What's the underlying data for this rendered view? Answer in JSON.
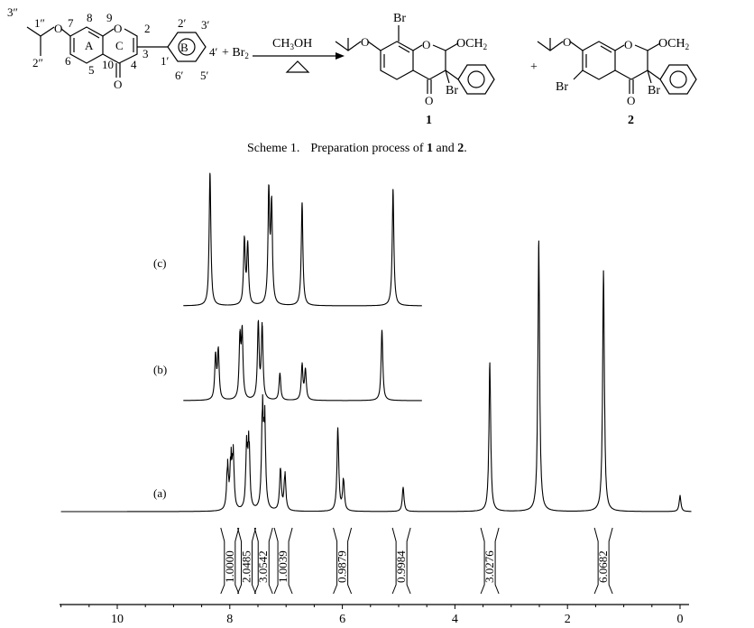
{
  "scheme": {
    "reactant_labels": {
      "p3": "3″",
      "p1": "1″",
      "p2": "2″",
      "n7": "7",
      "n8": "8",
      "n9": "9",
      "n2": "2",
      "n3": "3",
      "n4": "4",
      "n5": "5",
      "n6": "6",
      "n10": "10",
      "ringA": "A",
      "ringC": "C",
      "ringB": "B",
      "n1p": "1′",
      "n2p": "2′",
      "n3p": "3′",
      "n4p": "4′",
      "n5p": "5′",
      "n6p": "6′",
      "oxo_o": "O",
      "ring_o": "O",
      "ether_o": "O"
    },
    "reagent_plus": "+ Br",
    "reagent_sub": "2",
    "arrow_top": "CH",
    "arrow_top_sub": "3",
    "arrow_top_rest": "OH",
    "product1": {
      "br_top": "Br",
      "br_mid": "Br",
      "och": "OCH",
      "och_sub": "2",
      "ring_o": "O",
      "oxo_o": "O",
      "ether_o": "O",
      "number": "1"
    },
    "plus": "+",
    "product2": {
      "br_left": "Br",
      "br_mid": "Br",
      "och": "OCH",
      "och_sub": "2",
      "ring_o": "O",
      "oxo_o": "O",
      "ether_o": "O",
      "number": "2"
    },
    "caption_prefix": "Scheme 1.",
    "caption_text_a": "Preparation process of ",
    "caption_bold_1": "1",
    "caption_and": " and ",
    "caption_bold_2": "2",
    "caption_end": "."
  },
  "chart_data": {
    "type": "nmr-spectrum",
    "x_ticks": [
      "10",
      "8",
      "6",
      "4",
      "2",
      "0"
    ],
    "x_tick_values": [
      10,
      8,
      6,
      4,
      2,
      0
    ],
    "xlim": [
      11.0,
      -0.2
    ],
    "traces": [
      {
        "name": "(a)",
        "peaks": [
          {
            "ppm": 8.04,
            "h": 0.17
          },
          {
            "ppm": 7.98,
            "h": 0.19
          },
          {
            "ppm": 7.94,
            "h": 0.21
          },
          {
            "ppm": 7.7,
            "h": 0.24
          },
          {
            "ppm": 7.66,
            "h": 0.26
          },
          {
            "ppm": 7.42,
            "h": 0.38
          },
          {
            "ppm": 7.38,
            "h": 0.33
          },
          {
            "ppm": 7.1,
            "h": 0.16
          },
          {
            "ppm": 7.02,
            "h": 0.14
          },
          {
            "ppm": 6.08,
            "h": 0.31
          },
          {
            "ppm": 5.98,
            "h": 0.12
          },
          {
            "ppm": 4.92,
            "h": 0.09
          },
          {
            "ppm": 3.38,
            "h": 0.55
          },
          {
            "ppm": 2.51,
            "h": 1.0
          },
          {
            "ppm": 1.36,
            "h": 0.89
          },
          {
            "ppm": 0.0,
            "h": 0.06
          }
        ]
      },
      {
        "name": "(b)",
        "peaks": [
          {
            "ppm": 8.32,
            "h": 0.16
          },
          {
            "ppm": 8.27,
            "h": 0.18
          },
          {
            "ppm": 7.88,
            "h": 0.22
          },
          {
            "ppm": 7.84,
            "h": 0.24
          },
          {
            "ppm": 7.55,
            "h": 0.28
          },
          {
            "ppm": 7.48,
            "h": 0.27
          },
          {
            "ppm": 7.16,
            "h": 0.1
          },
          {
            "ppm": 6.76,
            "h": 0.13
          },
          {
            "ppm": 6.7,
            "h": 0.11
          },
          {
            "ppm": 5.32,
            "h": 0.26
          }
        ]
      },
      {
        "name": "(c)",
        "peaks": [
          {
            "ppm": 8.42,
            "h": 0.49
          },
          {
            "ppm": 7.8,
            "h": 0.24
          },
          {
            "ppm": 7.74,
            "h": 0.22
          },
          {
            "ppm": 7.36,
            "h": 0.41
          },
          {
            "ppm": 7.31,
            "h": 0.36
          },
          {
            "ppm": 6.76,
            "h": 0.38
          },
          {
            "ppm": 5.12,
            "h": 0.43
          }
        ]
      }
    ],
    "integrals": [
      {
        "ppm": 8.0,
        "value": "1.0000"
      },
      {
        "ppm": 7.7,
        "value": "2.0485"
      },
      {
        "ppm": 7.4,
        "value": "3.0542"
      },
      {
        "ppm": 7.05,
        "value": "1.0039"
      },
      {
        "ppm": 6.0,
        "value": "0.9879"
      },
      {
        "ppm": 4.95,
        "value": "0.9984"
      },
      {
        "ppm": 3.38,
        "value": "3.0276"
      },
      {
        "ppm": 1.36,
        "value": "6.0682"
      }
    ]
  }
}
